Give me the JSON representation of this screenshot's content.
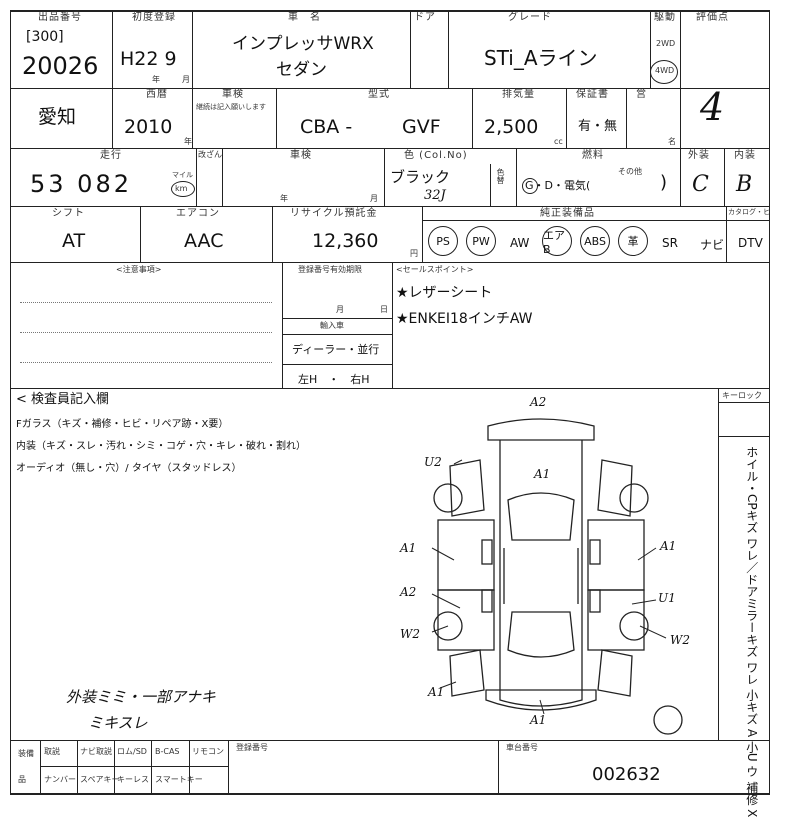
{
  "header": {
    "listing_no_label": "出品番号",
    "listing_no_sub": "[300]",
    "listing_no": "20026",
    "first_reg_label": "初度登録",
    "first_reg": "H22 9",
    "year_unit": "年",
    "month_unit": "月",
    "car_name_label": "車　名",
    "car_name_line1": "インプレッサWRX",
    "car_name_line2": "セダン",
    "door_label": "ドア",
    "grade_label": "グレード",
    "grade": "STi_Aライン",
    "drive_label": "駆動",
    "drive_2wd": "2WD",
    "drive_4wd": "4WD",
    "score_label": "評価点",
    "score": "4"
  },
  "row2": {
    "region": "愛知",
    "year_label": "西暦",
    "year": "2010",
    "year_unit": "年",
    "inspection_label": "車検",
    "inspection_note": "継続は記入願いします",
    "model_label": "型式",
    "model_prefix": "CBA -",
    "model_code": "GVF",
    "displacement_label": "排気量",
    "displacement": "2,500",
    "displacement_unit": "cc",
    "warranty_label": "保証書",
    "warranty_value": "有・無",
    "note_label": "営",
    "note_sub": "名"
  },
  "row3": {
    "mileage_label": "走行",
    "mileage": "53 082",
    "mileage_unit_mile": "マイル",
    "mileage_unit_km": "km",
    "meter_label": "改ざん",
    "inspection_label": "車検",
    "year_unit": "年",
    "month_unit": "月",
    "color_label": "色 (Col.No)",
    "color": "ブラック",
    "color_code": "32J",
    "color_change_label": "色替",
    "fuel_label": "燃料",
    "fuel_options": "G・D・電気(",
    "fuel_other_label": "その他",
    "fuel_close": ")",
    "exterior_label": "外装",
    "exterior": "C",
    "interior_label": "内装",
    "interior": "B"
  },
  "row4": {
    "shift_label": "シフト",
    "shift": "AT",
    "ac_label": "エアコン",
    "ac": "AAC",
    "recycle_label": "リサイクル預託金",
    "recycle": "12,360",
    "recycle_unit": "円",
    "equipment_label": "純正装備品",
    "equipment": [
      "PS",
      "PW",
      "AW",
      "エアB",
      "ABS",
      "革",
      "SR",
      "ナビ",
      "DTV"
    ],
    "equipment_circled": [
      "PS",
      "PW",
      "エアB",
      "ABS",
      "革"
    ],
    "catalog_label": "カタログ・ヒ"
  },
  "row5": {
    "notes_label": "<注意事項>",
    "registration_label": "登録番号有効期限",
    "month_unit": "月",
    "day_unit": "日",
    "import_label": "輸入車",
    "import_value": "ディーラー・並行",
    "steering_value": "左H　・　右H",
    "sales_points_label": "<セールスポイント>",
    "sales_points": [
      "★レザーシート",
      "★ENKEI18インチAW"
    ]
  },
  "inspection": {
    "title": "< 検査員記入欄",
    "line1": "Fガラス（キズ・補修・ヒビ・リペア跡・X要）",
    "line2": "内装（キズ・スレ・汚れ・シミ・コゲ・穴・キレ・破れ・割れ）",
    "line3": "オーディオ（無し・穴）/ タイヤ（スタッドレス）",
    "handwritten_line1": "外装ミミ・一部アナキ",
    "handwritten_line2": "ミキスレ",
    "key_lock_label": "キーロック",
    "legend": "ホイル・CPキズ ワレ／ドアミラーキズ ワレ 小キズ A 小U ウ 補修 X",
    "damage_marks": [
      "A2",
      "U2",
      "A1",
      "A1",
      "A1",
      "A2",
      "U1",
      "W2",
      "W2",
      "A1",
      "A1"
    ]
  },
  "footer": {
    "equip_label": "装備",
    "item_label": "品",
    "buttons_row1": [
      "取説",
      "ナビ取説",
      "ロム/SD",
      "B-CAS",
      "リモコン"
    ],
    "buttons_row2": [
      "ナンバー",
      "スペアキー",
      "キーレス",
      "スマートキー"
    ],
    "reg_no_label": "登録番号",
    "chassis_label": "車台番号",
    "chassis_no": "002632"
  }
}
